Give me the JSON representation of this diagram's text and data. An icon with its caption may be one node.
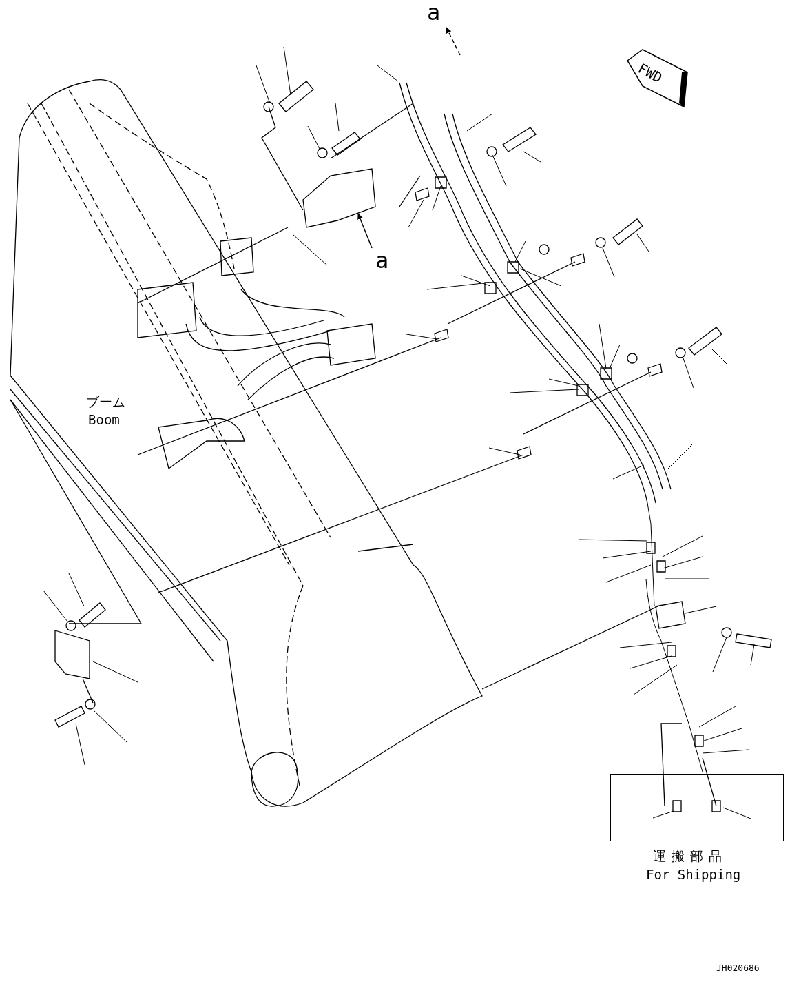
{
  "diagram": {
    "nodes": [
      {
        "text": [
          "FWD"
        ]
      },
      {
        "text": [
          "運搬部品",
          "For Shipping"
        ]
      }
    ],
    "labels": [
      "a",
      "a",
      "ブーム",
      "Boom",
      "JH020686"
    ]
  }
}
